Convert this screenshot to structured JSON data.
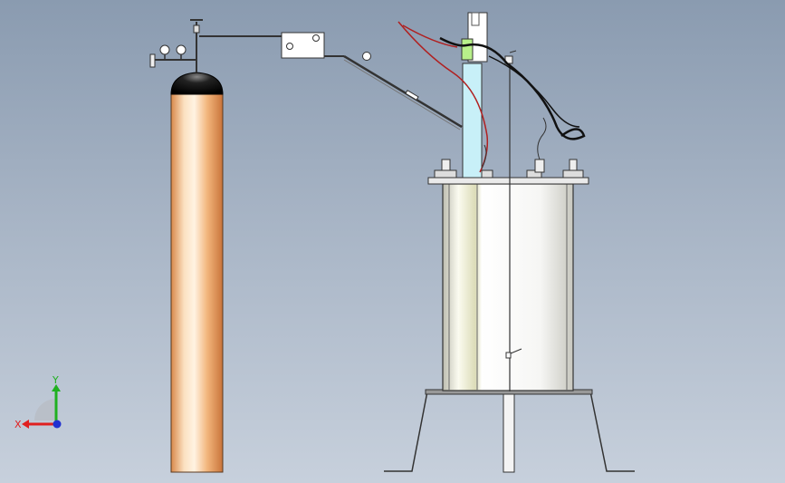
{
  "window": {
    "background_top": "#8a9bb0",
    "background_bottom": "#c7d0dc"
  },
  "scene": {
    "objects": [
      {
        "name": "gas-cylinder",
        "body_color": "#f2b57c",
        "cap_color": "#111111"
      },
      {
        "name": "bioreactor-vessel",
        "body_color": "#f4f4f0"
      },
      {
        "name": "sensor-probe",
        "color": "#c8f0f8"
      },
      {
        "name": "connector-block",
        "color": "#b8f08a"
      }
    ],
    "colors": {
      "pipe": "#3a3a3a",
      "red_wire": "#b02020",
      "black_wire": "#111111"
    }
  },
  "triad": {
    "x_label": "X",
    "y_label": "Y",
    "x_color": "#e02020",
    "y_color": "#20b020",
    "z_color": "#2030d0"
  }
}
